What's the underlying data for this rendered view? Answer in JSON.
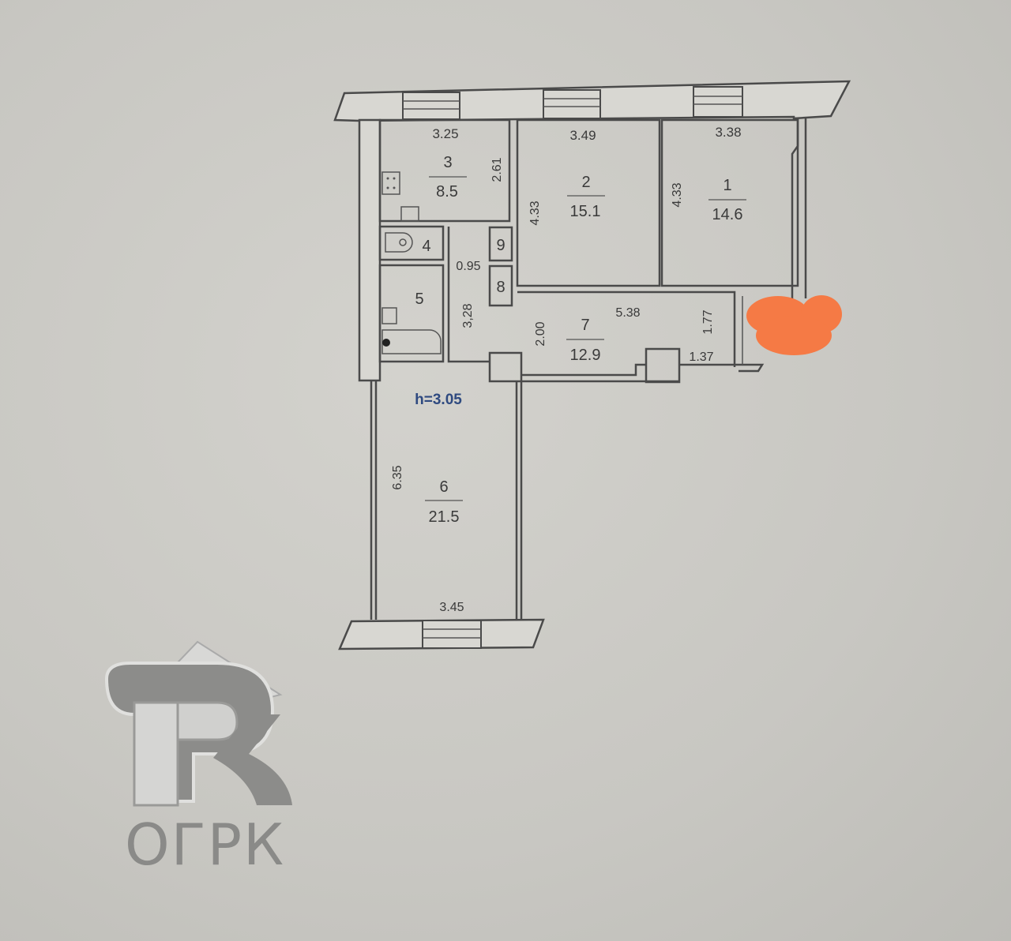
{
  "floor_plan": {
    "ceiling_height": "h=3.05",
    "rooms": [
      {
        "id": "1",
        "area": "14.6",
        "width": "3.38",
        "depth": "4.33"
      },
      {
        "id": "2",
        "area": "15.1",
        "width": "3.49",
        "depth": "4.33"
      },
      {
        "id": "3",
        "area": "8.5",
        "width": "3.25",
        "depth": "2.61"
      },
      {
        "id": "4",
        "area": ""
      },
      {
        "id": "5",
        "area": ""
      },
      {
        "id": "6",
        "area": "21.5",
        "width": "3.45",
        "depth": "6.35"
      },
      {
        "id": "7",
        "area": "12.9",
        "width": "5.38",
        "depth": "2.00"
      },
      {
        "id": "8",
        "area": ""
      },
      {
        "id": "9",
        "area": ""
      }
    ],
    "dimensions": {
      "corridor_width": "0.95",
      "corridor_length": "3,28",
      "vestibule_depth": "1.77",
      "vestibule_width": "1.37"
    }
  },
  "watermark": {
    "brand": "ОГРК",
    "colors": {
      "logo_dark": "#8c8c8a",
      "logo_light": "#d8d8d6"
    }
  },
  "redaction": {
    "color": "#f57a45"
  }
}
